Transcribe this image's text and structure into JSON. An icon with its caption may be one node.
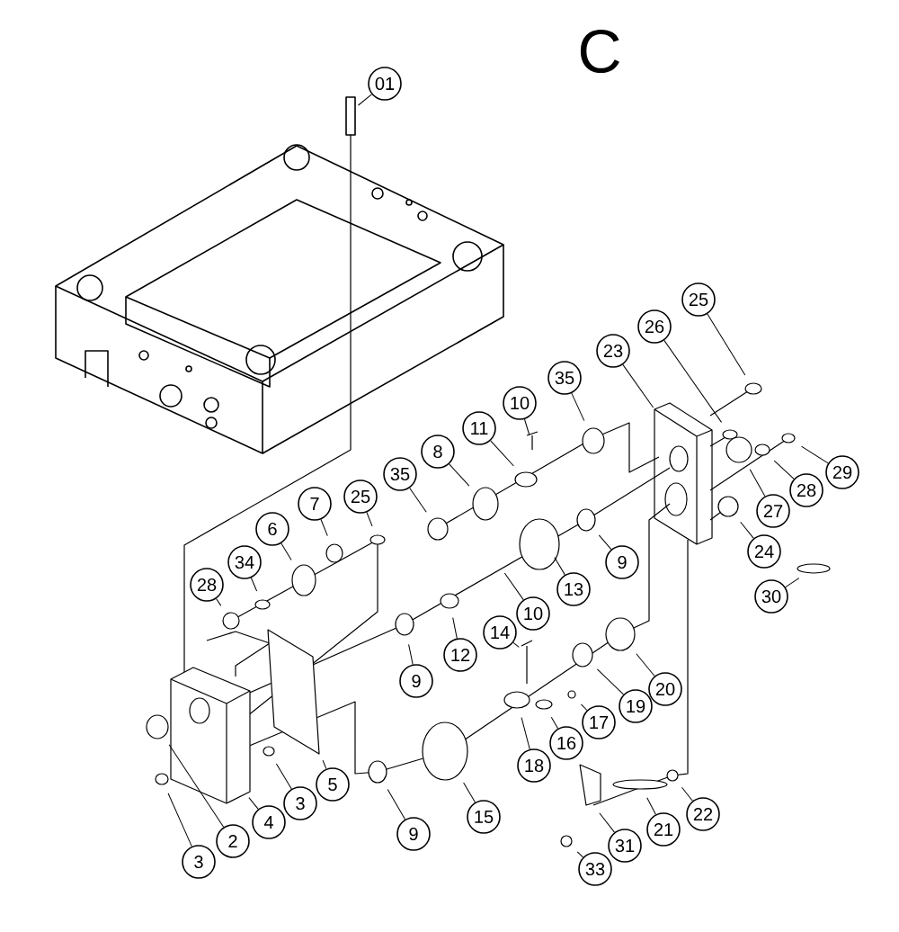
{
  "diagram": {
    "nodes": [
      {
        "text": [
          "01"
        ]
      },
      {
        "text": [
          "25"
        ]
      },
      {
        "text": [
          "26"
        ]
      },
      {
        "text": [
          "23"
        ]
      },
      {
        "text": [
          "35"
        ]
      },
      {
        "text": [
          "10"
        ]
      },
      {
        "text": [
          "11"
        ]
      },
      {
        "text": [
          "8"
        ]
      },
      {
        "text": [
          "35"
        ]
      },
      {
        "text": [
          "25"
        ]
      },
      {
        "text": [
          "7"
        ]
      },
      {
        "text": [
          "6"
        ]
      },
      {
        "text": [
          "34"
        ]
      },
      {
        "text": [
          "28"
        ]
      },
      {
        "text": [
          "29"
        ]
      },
      {
        "text": [
          "28"
        ]
      },
      {
        "text": [
          "27"
        ]
      },
      {
        "text": [
          "24"
        ]
      },
      {
        "text": [
          "9"
        ]
      },
      {
        "text": [
          "13"
        ]
      },
      {
        "text": [
          "30"
        ]
      },
      {
        "text": [
          "10"
        ]
      },
      {
        "text": [
          "14"
        ]
      },
      {
        "text": [
          "12"
        ]
      },
      {
        "text": [
          "9"
        ]
      },
      {
        "text": [
          "20"
        ]
      },
      {
        "text": [
          "19"
        ]
      },
      {
        "text": [
          "17"
        ]
      },
      {
        "text": [
          "16"
        ]
      },
      {
        "text": [
          "5"
        ]
      },
      {
        "text": [
          "18"
        ]
      },
      {
        "text": [
          "15"
        ]
      },
      {
        "text": [
          "3"
        ]
      },
      {
        "text": [
          "4"
        ]
      },
      {
        "text": [
          "22"
        ]
      },
      {
        "text": [
          "21"
        ]
      },
      {
        "text": [
          "2"
        ]
      },
      {
        "text": [
          "9"
        ]
      },
      {
        "text": [
          "31"
        ]
      },
      {
        "text": [
          "3"
        ]
      },
      {
        "text": [
          "33"
        ]
      }
    ],
    "edges": [
      {
        "from": 0,
        "to": null,
        "arrow": "none"
      },
      {
        "from": 1,
        "to": null,
        "arrow": "none"
      },
      {
        "from": 2,
        "to": null,
        "arrow": "none"
      },
      {
        "from": 3,
        "to": null,
        "arrow": "none"
      },
      {
        "from": 4,
        "to": null,
        "arrow": "none"
      },
      {
        "from": 5,
        "to": null,
        "arrow": "none"
      },
      {
        "from": 6,
        "to": null,
        "arrow": "none"
      },
      {
        "from": 7,
        "to": null,
        "arrow": "none"
      },
      {
        "from": 8,
        "to": null,
        "arrow": "none"
      },
      {
        "from": 9,
        "to": null,
        "arrow": "none"
      },
      {
        "from": 10,
        "to": null,
        "arrow": "none"
      },
      {
        "from": 11,
        "to": null,
        "arrow": "none"
      },
      {
        "from": 12,
        "to": null,
        "arrow": "none"
      },
      {
        "from": 13,
        "to": null,
        "arrow": "none"
      },
      {
        "from": 14,
        "to": null,
        "arrow": "none"
      },
      {
        "from": 15,
        "to": null,
        "arrow": "none"
      },
      {
        "from": 16,
        "to": null,
        "arrow": "none"
      },
      {
        "from": 17,
        "to": null,
        "arrow": "none"
      },
      {
        "from": 18,
        "to": null,
        "arrow": "none"
      },
      {
        "from": 19,
        "to": null,
        "arrow": "none"
      },
      {
        "from": 20,
        "to": null,
        "arrow": "none"
      },
      {
        "from": 21,
        "to": null,
        "arrow": "none"
      },
      {
        "from": 22,
        "to": null,
        "arrow": "none"
      },
      {
        "from": 23,
        "to": null,
        "arrow": "none"
      },
      {
        "from": 24,
        "to": null,
        "arrow": "none"
      },
      {
        "from": 25,
        "to": null,
        "arrow": "none"
      },
      {
        "from": 26,
        "to": null,
        "arrow": "none"
      },
      {
        "from": 27,
        "to": null,
        "arrow": "none"
      },
      {
        "from": 28,
        "to": null,
        "arrow": "none"
      },
      {
        "from": 29,
        "to": null,
        "arrow": "none"
      },
      {
        "from": 30,
        "to": null,
        "arrow": "none"
      },
      {
        "from": 31,
        "to": null,
        "arrow": "none"
      },
      {
        "from": 32,
        "to": null,
        "arrow": "none"
      },
      {
        "from": 33,
        "to": null,
        "arrow": "none"
      },
      {
        "from": 34,
        "to": null,
        "arrow": "none"
      },
      {
        "from": 35,
        "to": null,
        "arrow": "none"
      },
      {
        "from": 36,
        "to": null,
        "arrow": "none"
      },
      {
        "from": 37,
        "to": null,
        "arrow": "none"
      },
      {
        "from": 38,
        "to": null,
        "arrow": "none"
      },
      {
        "from": 39,
        "to": null,
        "arrow": "none"
      },
      {
        "from": 40,
        "to": null,
        "arrow": "none"
      }
    ],
    "labels": [
      "C"
    ]
  }
}
